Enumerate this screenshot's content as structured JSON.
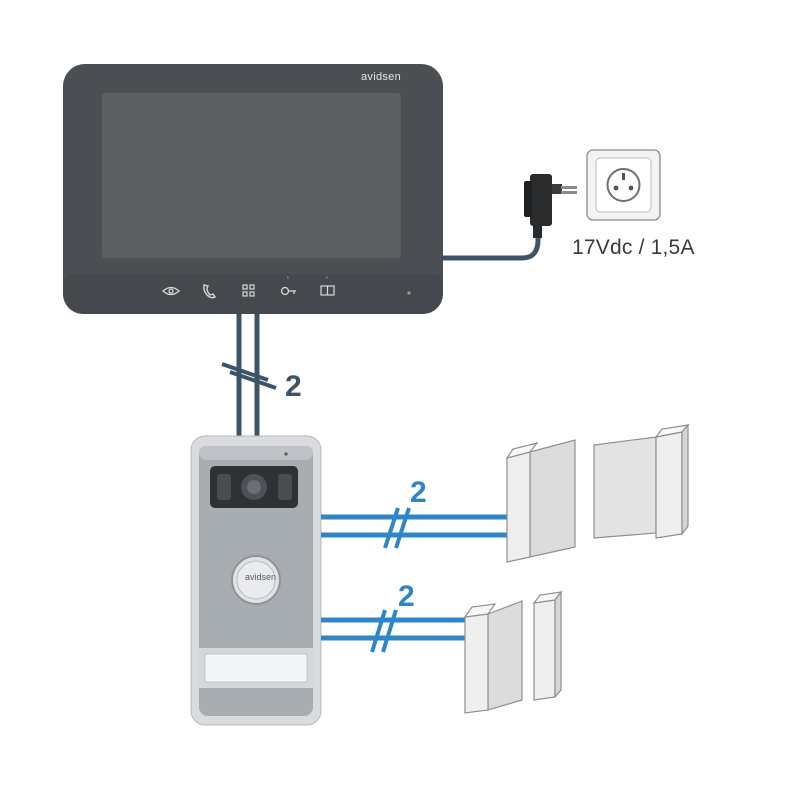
{
  "brand": "avidsen",
  "power_supply": {
    "label": "17Vdc / 1,5A"
  },
  "wire_counts": {
    "monitor_to_outdoor": "2",
    "outdoor_to_gate": "2",
    "outdoor_to_door_lock": "2"
  },
  "monitor_buttons": [
    "eye-icon",
    "phone-icon",
    "grid-icon",
    "key-icon",
    "door-icon"
  ],
  "colors": {
    "monitor_body": "#4b4e52",
    "monitor_screen": "#5d6063",
    "cable_monitor": "#3c5468",
    "cable_accessory": "#2e86c8",
    "outdoor_panel": "#a8adb2",
    "accessory_fill": "#e9e9e9"
  }
}
